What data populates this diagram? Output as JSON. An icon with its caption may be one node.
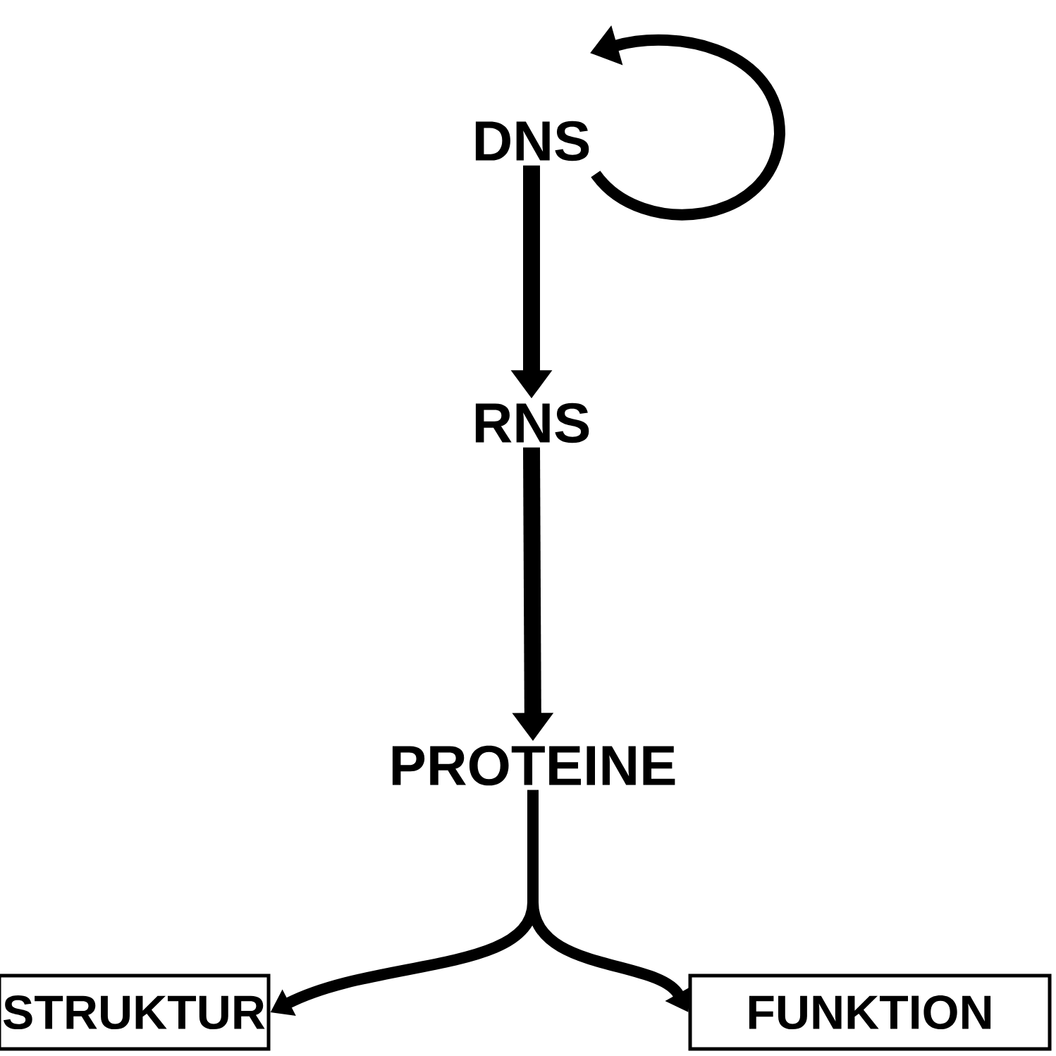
{
  "diagram": {
    "nodes": [
      {
        "text": [
          "DNS"
        ]
      },
      {
        "text": [
          "RNS"
        ]
      },
      {
        "text": [
          "PROTEINE"
        ]
      },
      {
        "text": [
          "STRUKTUR"
        ]
      },
      {
        "text": [
          "FUNKTION"
        ]
      }
    ],
    "edges": [
      {
        "from": 0,
        "to": 0,
        "arrow": "to"
      },
      {
        "from": 0,
        "to": 1,
        "arrow": "to"
      },
      {
        "from": 1,
        "to": 2,
        "arrow": "to"
      },
      {
        "from": 2,
        "to": 3,
        "arrow": "to"
      },
      {
        "from": 2,
        "to": 4,
        "arrow": "to"
      }
    ]
  }
}
